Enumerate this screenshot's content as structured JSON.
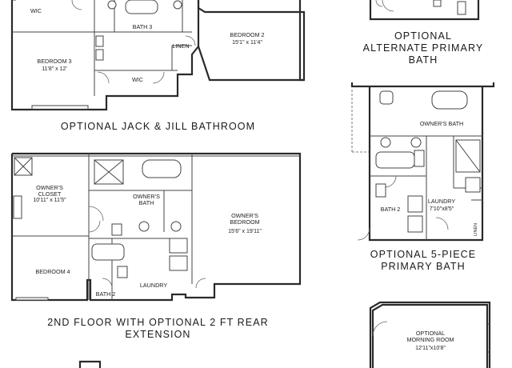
{
  "captions": {
    "alt_primary": "OPTIONAL\nALTERNATE PRIMARY\nBATH",
    "jack_jill": "OPTIONAL JACK & JILL BATHROOM",
    "five_piece": "OPTIONAL 5-PIECE\nPRIMARY BATH",
    "second_floor": "2ND FLOOR WITH OPTIONAL 2 FT REAR\nEXTENSION"
  },
  "jack_jill_plan": {
    "wic_top": "WIC",
    "bath3": "BATH 3",
    "bedroom2": "BEDROOM 2",
    "bedroom2_dim": "15'1\" x 11'4\"",
    "linen": "LINEN",
    "bedroom3": "BEDROOM 3",
    "bedroom3_dim": "11'8\" x 12'",
    "wic_lower": "WIC"
  },
  "second_floor_plan": {
    "owners_closet": "OWNER'S\nCLOSET",
    "owners_closet_dim": "10'11\" x 11'5\"",
    "owners_bath": "OWNER'S\nBATH",
    "owners_bedroom": "OWNER'S\nBEDROOM",
    "owners_bedroom_dim": "15'6\" x 19'11\"",
    "bedroom4": "BEDROOM 4",
    "laundry": "LAUNDRY",
    "bath2": "BATH 2"
  },
  "five_piece_plan": {
    "owners_bath": "OWNER'S BATH",
    "bath2": "BATH 2",
    "laundry": "LAUNDRY",
    "laundry_dim": "7'10\"x8'5\"",
    "linen": "LINEN"
  },
  "morning_room_plan": {
    "name": "OPTIONAL\nMORNING ROOM",
    "dim": "12'11\"x10'8\""
  }
}
